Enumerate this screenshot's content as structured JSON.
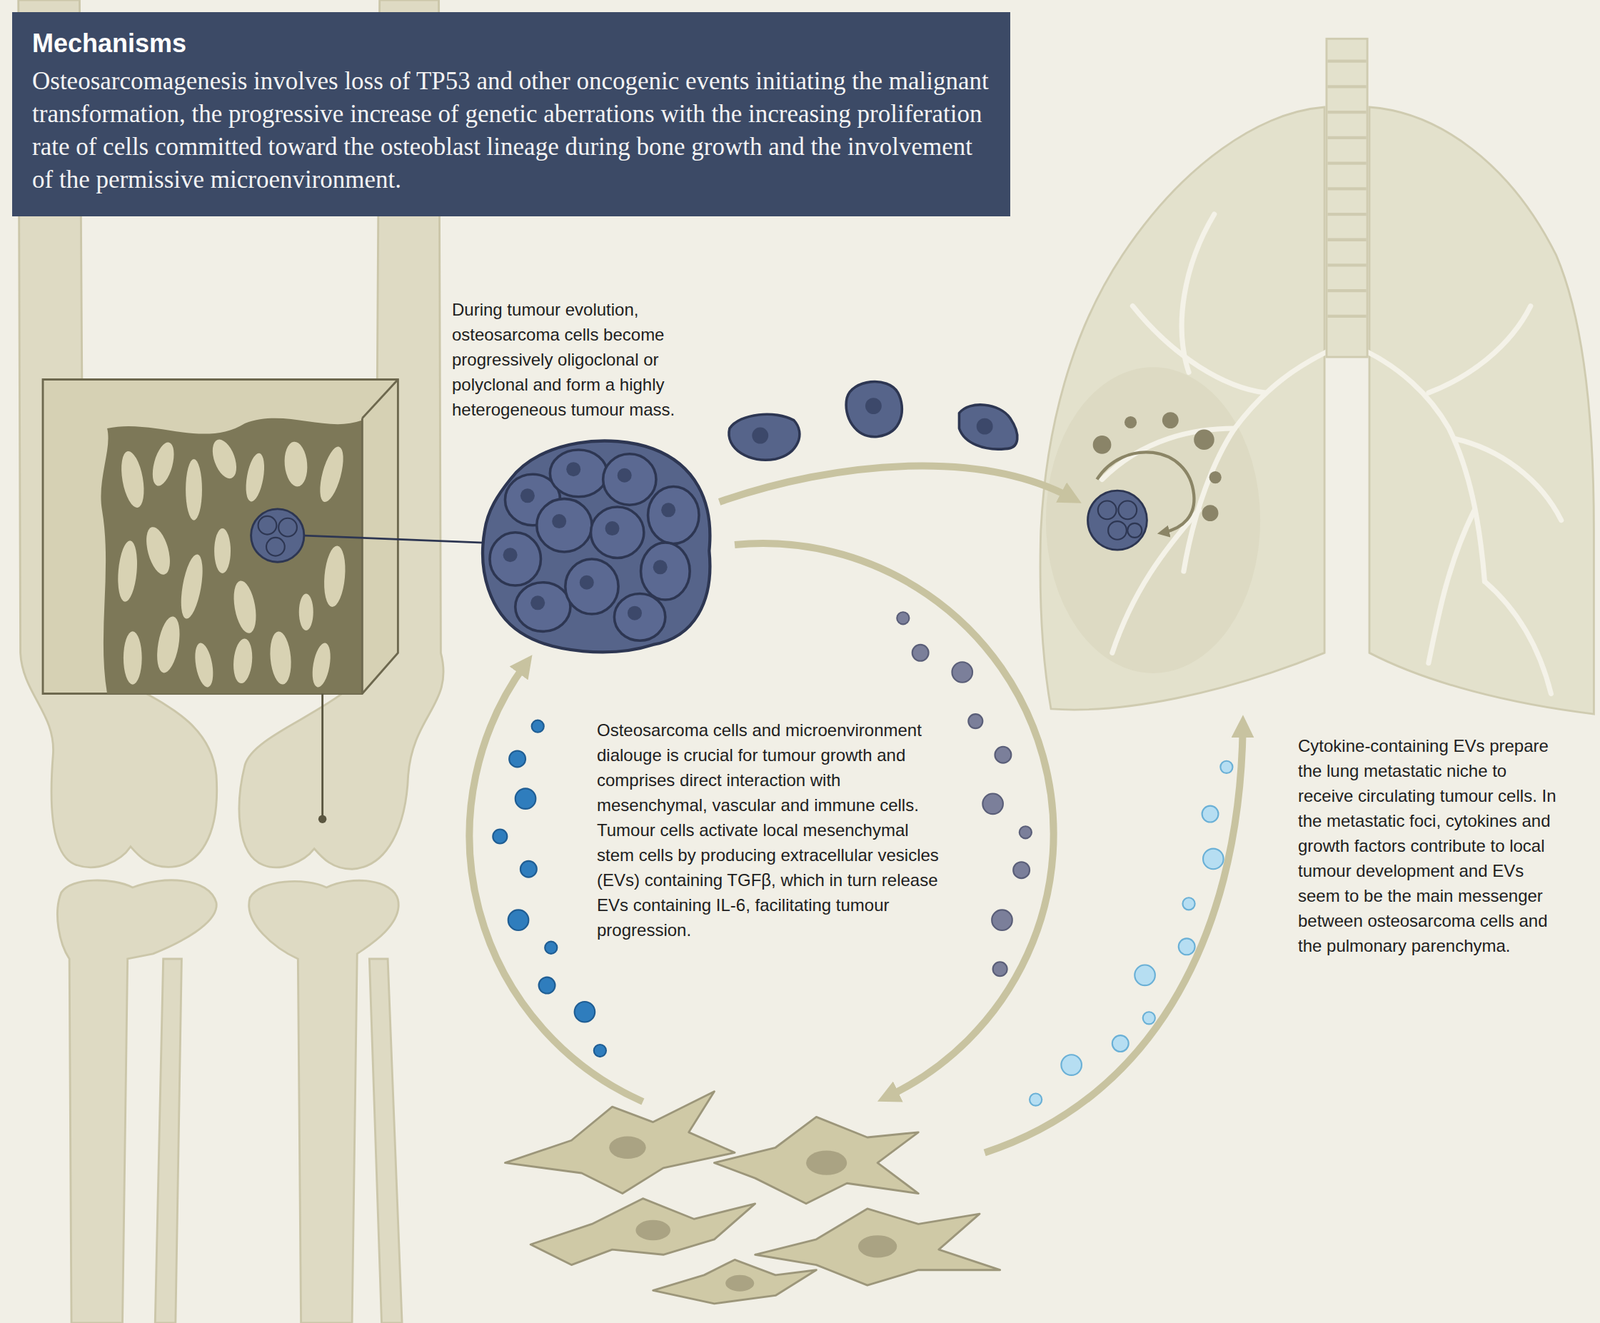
{
  "diagram": {
    "nodes": [
      {
        "text": [
          "Mechanisms",
          "Osteosarcomagenesis involves loss of TP53 and other oncogenic events initiating the malignant transformation, the progressive increase of genetic aberrations with the increasing proliferation rate of cells committed toward the osteoblast lineage during bone growth and the involvement of the permissive microenvironment."
        ]
      }
    ],
    "labels": [
      "During tumour evolution, osteosarcoma cells become progressively oligoclonal or polyclonal and form a highly heterogeneous tumour mass.",
      "Osteosarcoma cells and microenvironment dialouge is crucial for tumour growth and comprises direct interaction with mesenchymal, vascular and immune cells. Tumour cells activate local mesenchymal stem cells by producing extracellular vesicles (EVs) containing TGFβ, which in turn release EVs containing IL-6, facilitating tumour progression.",
      "Cytokine-containing EVs prepare the lung metastatic niche to receive circulating tumour cells. In the metastatic foci, cytokines and growth factors contribute to local tumour development and EVs seem to be the main messenger between osteosarcoma cells and the pulmonary parenchyma."
    ]
  }
}
